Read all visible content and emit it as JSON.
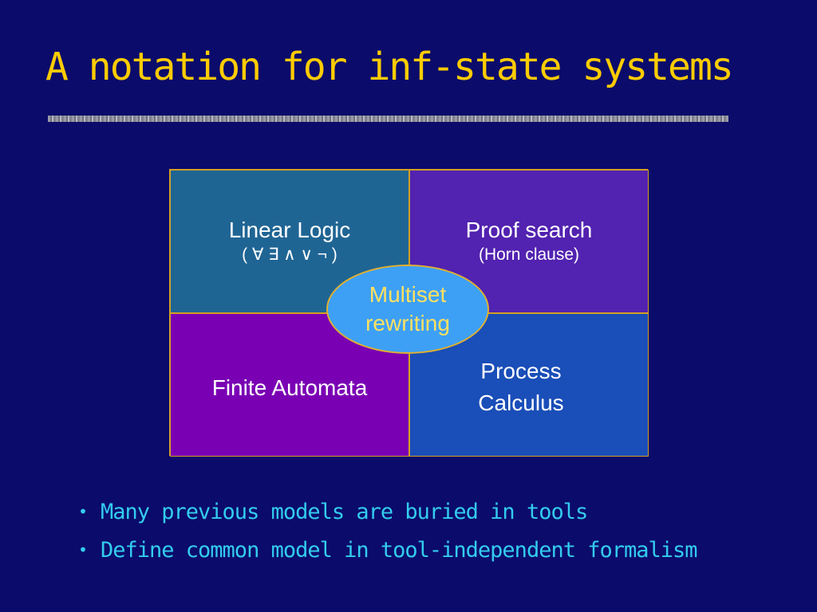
{
  "title": "A notation for inf-state systems",
  "grid": {
    "linear_logic": {
      "main": "Linear Logic",
      "sub": "( ∀ ∃ ∧ ∨ ¬ )"
    },
    "proof_search": {
      "main": "Proof search",
      "sub": "(Horn clause)"
    },
    "finite_automata": {
      "main": "Finite Automata"
    },
    "process_calculus": {
      "line1": "Process",
      "line2": "Calculus"
    }
  },
  "center": {
    "line1": "Multiset",
    "line2": "rewriting"
  },
  "bullets": [
    "Many previous models are buried in tools",
    "Define common model in tool-independent formalism"
  ],
  "colors": {
    "background": "#0b0b6b",
    "title": "#ffcc00",
    "bullets": "#33ccee",
    "ellipse_fill": "#3da0f5",
    "ellipse_text": "#ffe060"
  }
}
